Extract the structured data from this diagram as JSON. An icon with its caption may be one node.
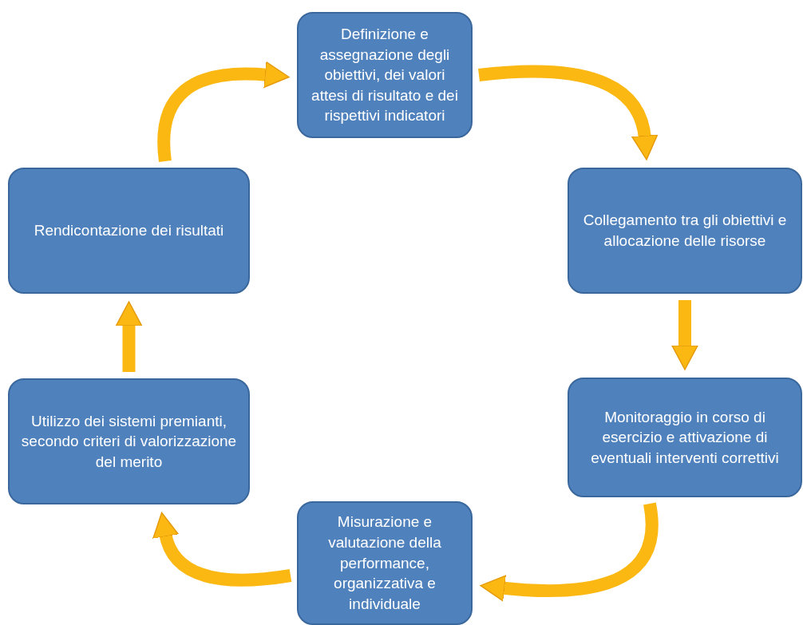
{
  "diagram": {
    "nodes": [
      {
        "text": [
          "Definizione e assegnazione degli obiettivi, dei valori attesi di risultato e dei rispettivi indicatori"
        ]
      },
      {
        "text": [
          "Collegamento tra gli obiettivi e allocazione delle risorse"
        ]
      },
      {
        "text": [
          "Monitoraggio in corso di esercizio e attivazione di eventuali interventi correttivi"
        ]
      },
      {
        "text": [
          "Misurazione e valutazione della performance, organizzativa e individuale"
        ]
      },
      {
        "text": [
          "Utilizzo dei sistemi premianti, secondo criteri di valorizzazione del merito"
        ]
      },
      {
        "text": [
          "Rendicontazione dei risultati"
        ]
      }
    ],
    "edges": [
      {
        "from": 0,
        "to": 1,
        "arrow": "to"
      },
      {
        "from": 1,
        "to": 2,
        "arrow": "to"
      },
      {
        "from": 2,
        "to": 3,
        "arrow": "to"
      },
      {
        "from": 3,
        "to": 4,
        "arrow": "to"
      },
      {
        "from": 4,
        "to": 5,
        "arrow": "to"
      },
      {
        "from": 5,
        "to": 0,
        "arrow": "to"
      }
    ]
  }
}
